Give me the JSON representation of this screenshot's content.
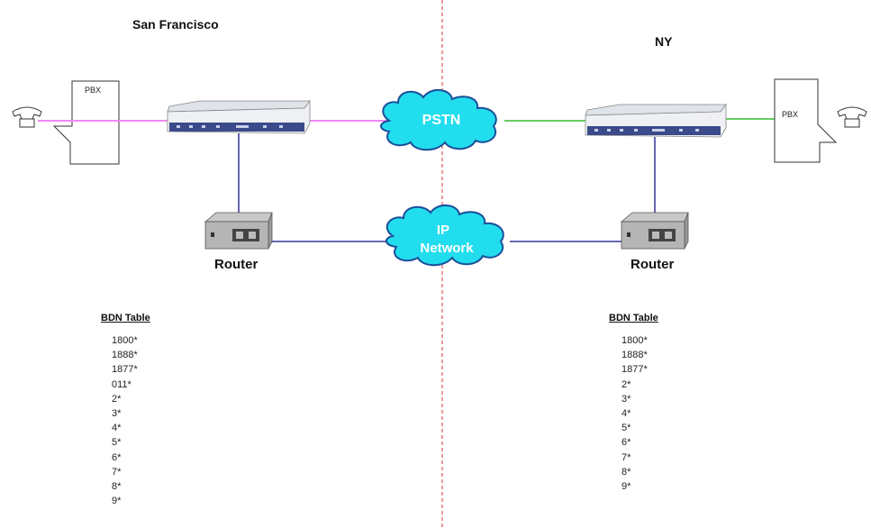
{
  "sites": {
    "left": "San Francisco",
    "right": "NY"
  },
  "clouds": {
    "pstn": "PSTN",
    "ip_line1": "IP",
    "ip_line2": "Network"
  },
  "pbx": {
    "left": "PBX",
    "right": "PBX"
  },
  "routers": {
    "left": "Router",
    "right": "Router"
  },
  "tables": {
    "left": {
      "title": "BDN Table",
      "rows": [
        "1800*",
        "1888*",
        "1877*",
        "011*",
        "2*",
        "3*",
        "4*",
        "5*",
        "6*",
        "7*",
        "8*",
        "9*"
      ]
    },
    "right": {
      "title": "BDN Table",
      "rows": [
        "1800*",
        "1888*",
        "1877*",
        "2*",
        "3*",
        "4*",
        "5*",
        "6*",
        "7*",
        "8*",
        "9*"
      ]
    }
  },
  "colors": {
    "call_path": "#ee88ee",
    "pstn_link": "#33bb33",
    "ip_link": "#333399",
    "cloud_fill": "#22ddee",
    "divider": "#dd3333"
  }
}
